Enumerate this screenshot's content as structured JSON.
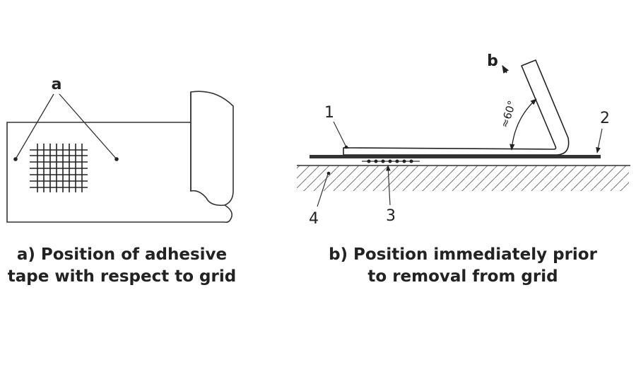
{
  "diagram_a": {
    "label_a": "a",
    "caption_line1": "a) Position of adhesive",
    "caption_line2": "tape with respect to grid"
  },
  "diagram_b": {
    "label_b": "b",
    "angle_label": "≈60°",
    "label_1": "1",
    "label_2": "2",
    "label_3": "3",
    "label_4": "4",
    "caption_line1": "b) Position immediately prior",
    "caption_line2": "to removal from grid"
  }
}
